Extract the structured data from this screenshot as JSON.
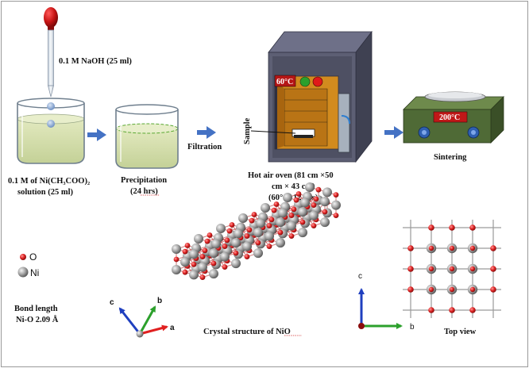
{
  "steps": {
    "dropper_label": "0.1 M NaOH (25 ml)",
    "solution_line1": "0.1 M of Ni(CH₃COO)₂",
    "solution_line2": "solution (25 ml)",
    "precip_line1": "Precipitation",
    "precip_line2": "(24 hrs)",
    "filtration": "Filtration",
    "sample": "Sample",
    "oven_temp": "60°C",
    "oven_line1": "Hot air oven (81 cm ×50",
    "oven_line2": "cm × 43 cm)",
    "oven_line3": "(60°C, 12 hrs)",
    "hotplate_temp": "200°C",
    "sintering": "Sintering"
  },
  "legend": {
    "o_label": "O",
    "ni_label": "Ni",
    "bond_line1": "Bond length",
    "bond_line2": "Ni-O 2.09 Å"
  },
  "axes3d": {
    "a": "a",
    "b": "b",
    "c": "c"
  },
  "axes2d": {
    "b": "b",
    "c": "c"
  },
  "crystal_caption": "Crystal structure of  NiO",
  "topview_caption": "Top view",
  "colors": {
    "liquid": "#d2dcaa",
    "arrow": "#4472c4",
    "oxygen": "#d62020",
    "nickel": "#9c9c9c",
    "oven_body": "#5a5a6e",
    "oven_window": "#d28b1e",
    "hotplate": "#4f6a36",
    "display": "#c01818",
    "axis_red": "#e02020",
    "axis_green": "#2ca02c",
    "axis_blue": "#1f3fbf"
  }
}
